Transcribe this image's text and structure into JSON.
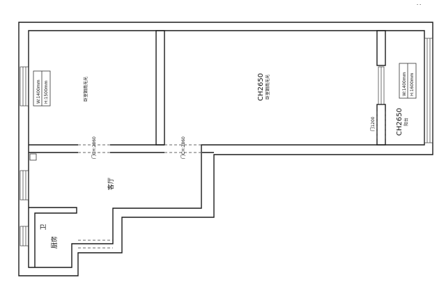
{
  "rooms": {
    "left_bedroom": {
      "name": "卧室朝南无光"
    },
    "living": {
      "ceiling": "CH2650",
      "name": "卧室朝南无光"
    },
    "balcony": {
      "ceiling": "CH2650",
      "name": "阳台"
    },
    "hall": {
      "name": "客厅"
    },
    "kitchen": {
      "name": "厨房"
    },
    "bathroom": {
      "name": "卫"
    }
  },
  "window_tags": {
    "left": {
      "line1": "W:1400mm",
      "line2": "H:1500mm"
    },
    "right": {
      "line1": "W:1400mm",
      "line2": "H:1600mm"
    }
  },
  "door_tags": {
    "door1": "门CH:2860",
    "door2": "门CH:2860",
    "balcony_door": "门1200"
  },
  "corner_mark": "- -"
}
